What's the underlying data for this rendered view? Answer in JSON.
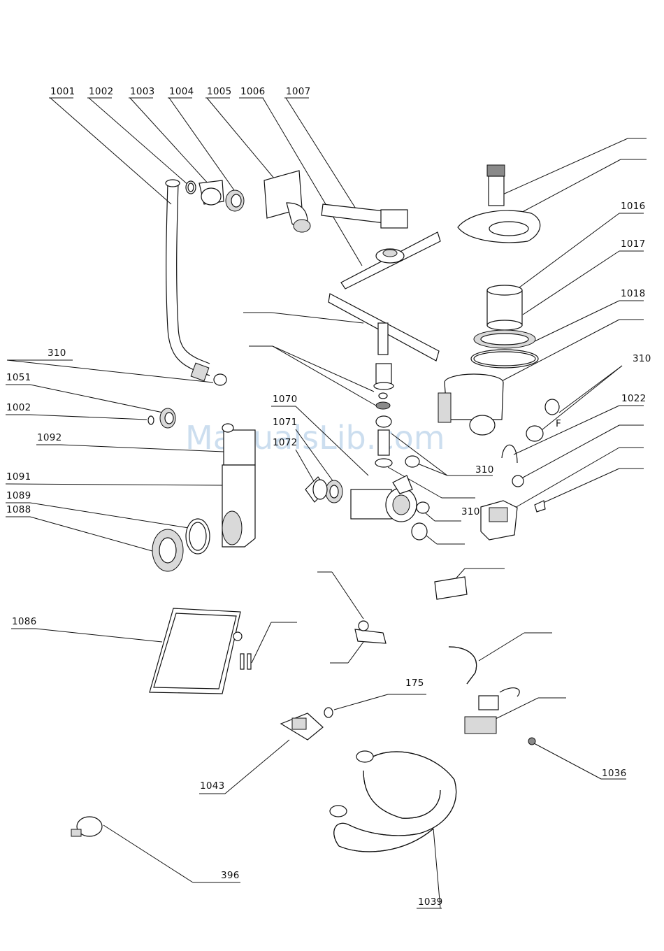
{
  "watermark": "ManualsLib.com",
  "labels": {
    "l1001": "1001",
    "l1002a": "1002",
    "l1003": "1003",
    "l1004": "1004",
    "l1005": "1005",
    "l1006": "1006",
    "l1007": "1007",
    "l1016": "1016",
    "l1017": "1017",
    "l1018": "1018",
    "l310a": "310",
    "l1022": "1022",
    "l310b": "310",
    "l1051": "1051",
    "l1002b": "1002",
    "l1092": "1092",
    "l1070": "1070",
    "l1071": "1071",
    "l1072": "1072",
    "l310c": "310",
    "l310d": "310",
    "l1091": "1091",
    "l1089": "1089",
    "l1088": "1088",
    "l1086": "1086",
    "l175": "175",
    "l1043": "1043",
    "l1036": "1036",
    "l396": "396",
    "l1039": "1039",
    "lF": "F"
  }
}
